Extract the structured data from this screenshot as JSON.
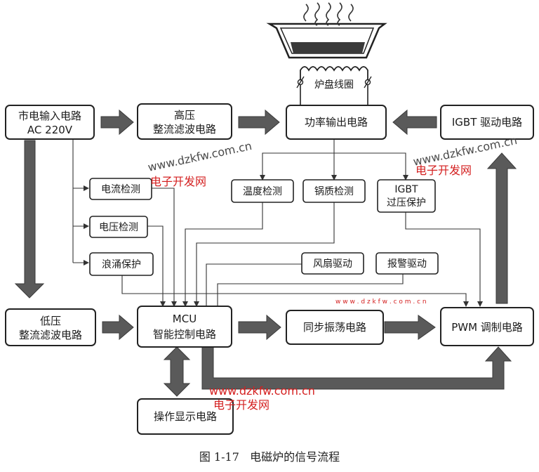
{
  "boxes": {
    "mains_input": {
      "line1": "市电输入电路",
      "line2": "AC 220V"
    },
    "hv_rectifier": {
      "line1": "高压",
      "line2": "整流滤波电路"
    },
    "power_output": "功率输出电路",
    "igbt_driver": "IGBT 驱动电路",
    "coil": "炉盘线圈",
    "current_detect": "电流检测",
    "voltage_detect": "电压检测",
    "surge_protect": "浪涌保护",
    "temp_detect": "温度检测",
    "pot_detect": "锅质检测",
    "igbt_overvoltage": {
      "line1": "IGBT",
      "line2": "过压保护"
    },
    "fan_driver": "风扇驱动",
    "alarm_driver": "报警驱动",
    "lv_rectifier": {
      "line1": "低压",
      "line2": "整流滤波电路"
    },
    "mcu": {
      "line1": "MCU",
      "line2": "智能控制电路"
    },
    "sync_osc": "同步振荡电路",
    "pwm": "PWM 调制电路",
    "display": "操作显示电路"
  },
  "watermarks": {
    "url": "www.dzkfw.com.cn",
    "name": "电子开发网",
    "url_spaced": "w w w . d z k f w . c o m . c n"
  },
  "caption": "图 1-17   电磁炉的信号流程",
  "colors": {
    "ink": "#222222",
    "arrow": "#5a5a5a",
    "watermark_red": "#d42020",
    "watermark_gray": "#4a4a4a"
  }
}
